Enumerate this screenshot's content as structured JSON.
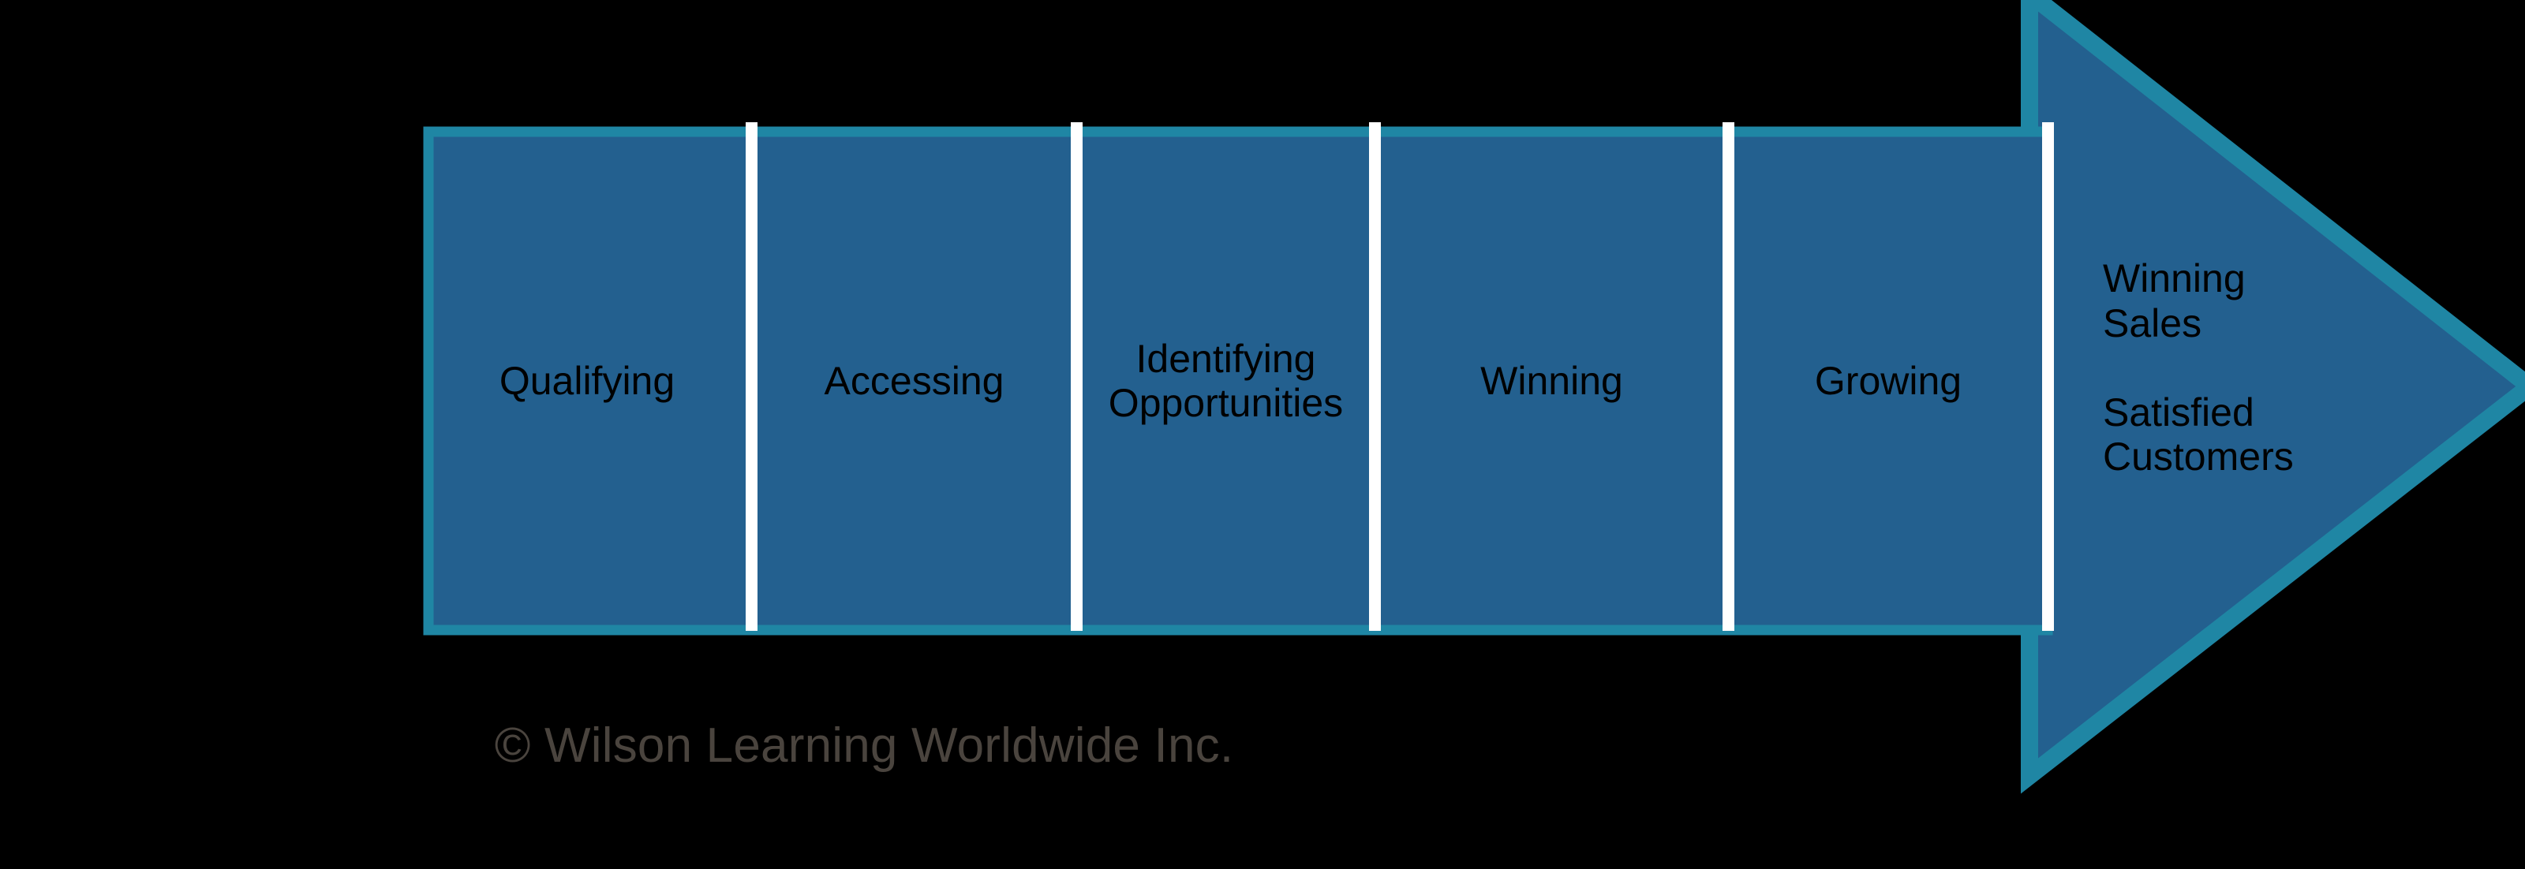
{
  "graphic": {
    "type": "process-arrow-diagram",
    "title": "Sales Process Arrow",
    "colors": {
      "background": "#000000",
      "body_fill": "#23608F",
      "border": "#1F86A4",
      "divider": "#FFFFFF",
      "label_text": "#000000",
      "copyright_text": "#4A443E"
    },
    "segments": [
      {
        "id": "qualifying",
        "label": "Qualifying"
      },
      {
        "id": "accessing",
        "label": "Accessing"
      },
      {
        "id": "identifying-opportunities",
        "label": "Identifying\nOpportunities"
      },
      {
        "id": "winning",
        "label": "Winning"
      },
      {
        "id": "growing",
        "label": "Growing"
      }
    ],
    "arrowhead": {
      "id": "outcome",
      "label": "Winning\nSales\n\nSatisfied\nCustomers"
    },
    "copyright": "© Wilson Learning Worldwide Inc."
  }
}
